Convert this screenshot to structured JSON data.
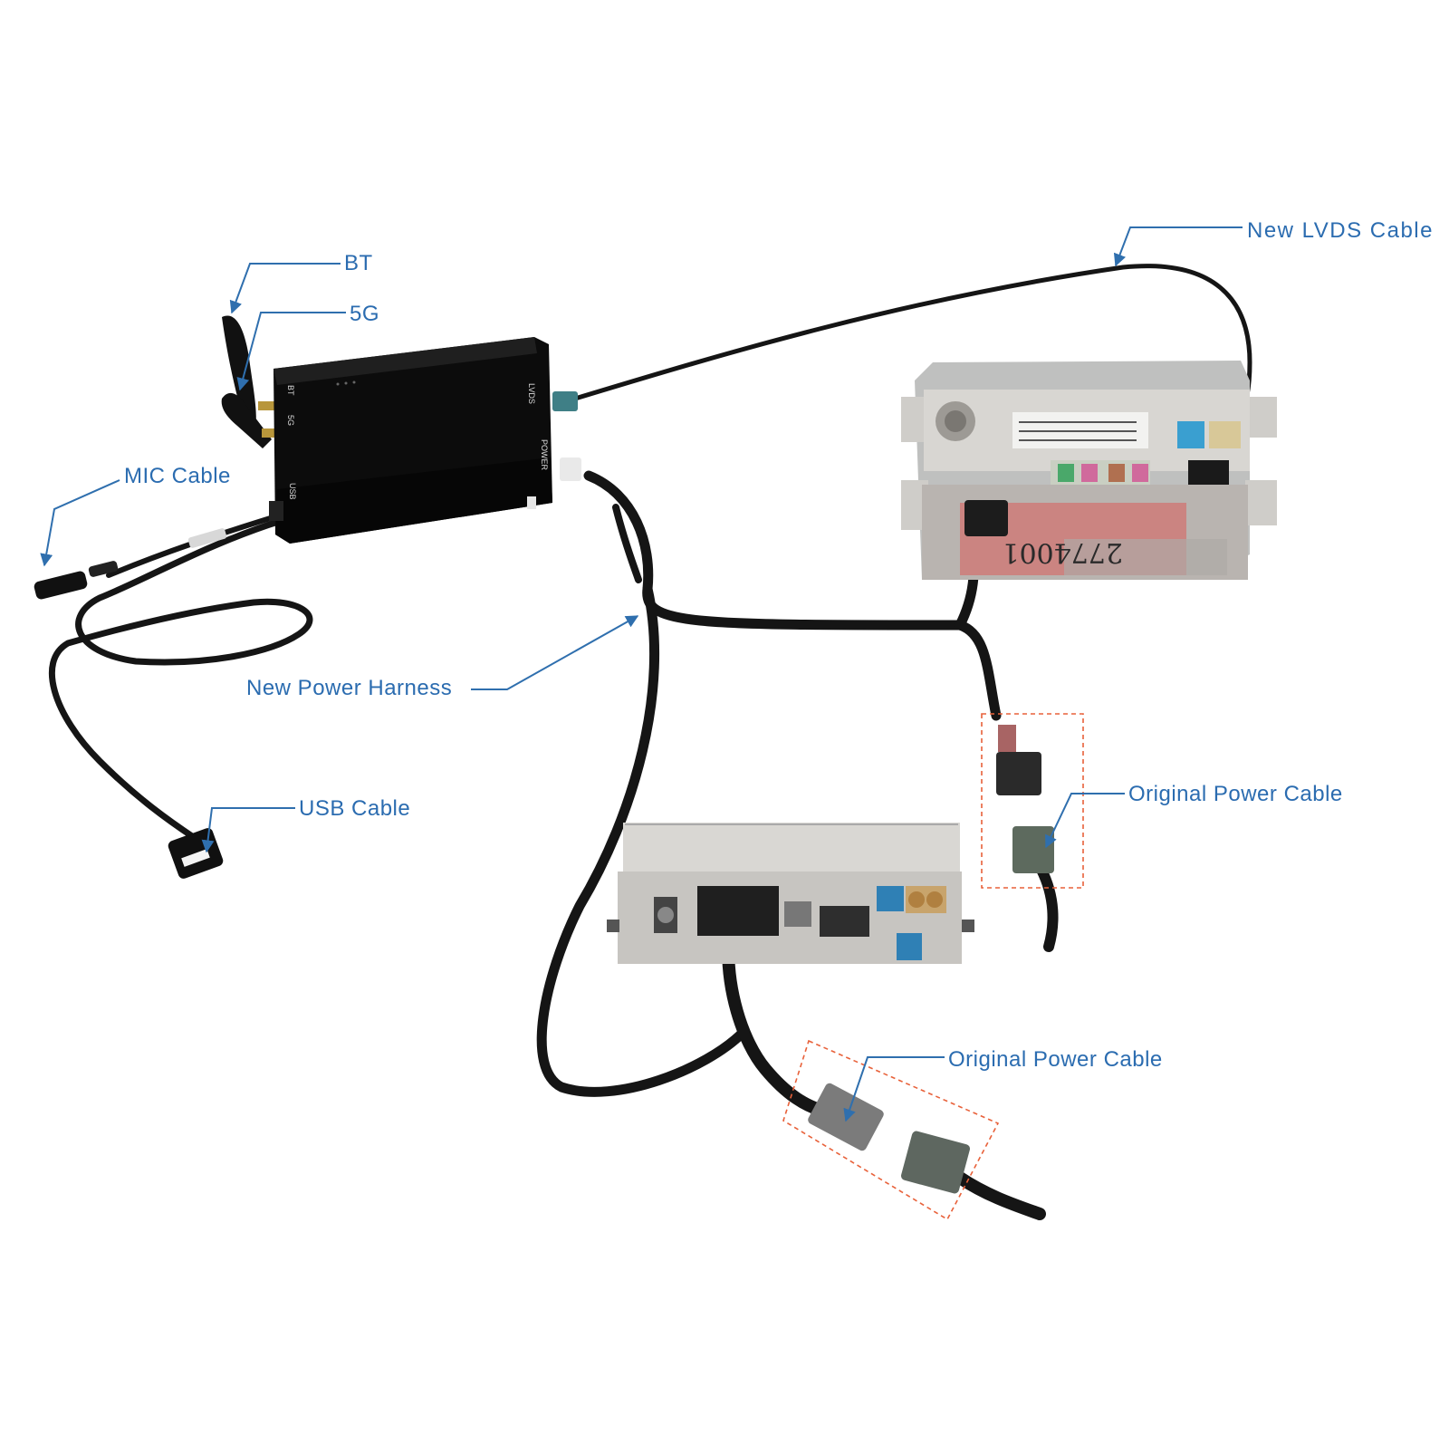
{
  "labels": {
    "lvds_cable": "New  LVDS  Cable",
    "bt": "BT",
    "fiveg": "5G",
    "mic_cable": "MIC Cable",
    "power_harness": "New Power Harness",
    "usb_cable": "USB Cable",
    "original_power_cable_1": "Original Power Cable",
    "original_power_cable_2": "Original Power Cable"
  },
  "module_text": {
    "bt": "BT",
    "fiveg": "5G",
    "usb": "USB",
    "lvds": "LVDS",
    "power": "POWER"
  },
  "head_unit_text": {
    "serial": "2774001"
  },
  "colors": {
    "label_blue": "#2b6cb0",
    "callout_line": "#2f6fae",
    "dashed_box": "#e8613a",
    "cable": "#151515",
    "module_body": "#0c0c0c",
    "metal": "#c9c6c0"
  }
}
